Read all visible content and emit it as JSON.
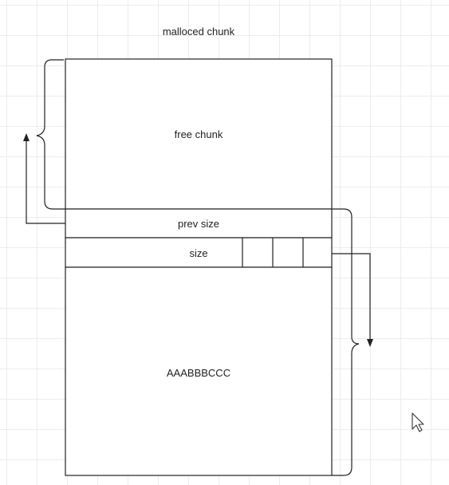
{
  "diagram": {
    "title": "malloced chunk",
    "free_chunk_label": "free chunk",
    "prev_size_label": "prev size",
    "size_label": "size",
    "data_label": "AAABBBCCC",
    "colors": {
      "stroke": "#222222",
      "grid": "#ececec",
      "background": "#ffffff"
    },
    "icons": [
      "mouse-cursor-icon",
      "arrow-up-icon",
      "arrow-down-icon"
    ]
  }
}
